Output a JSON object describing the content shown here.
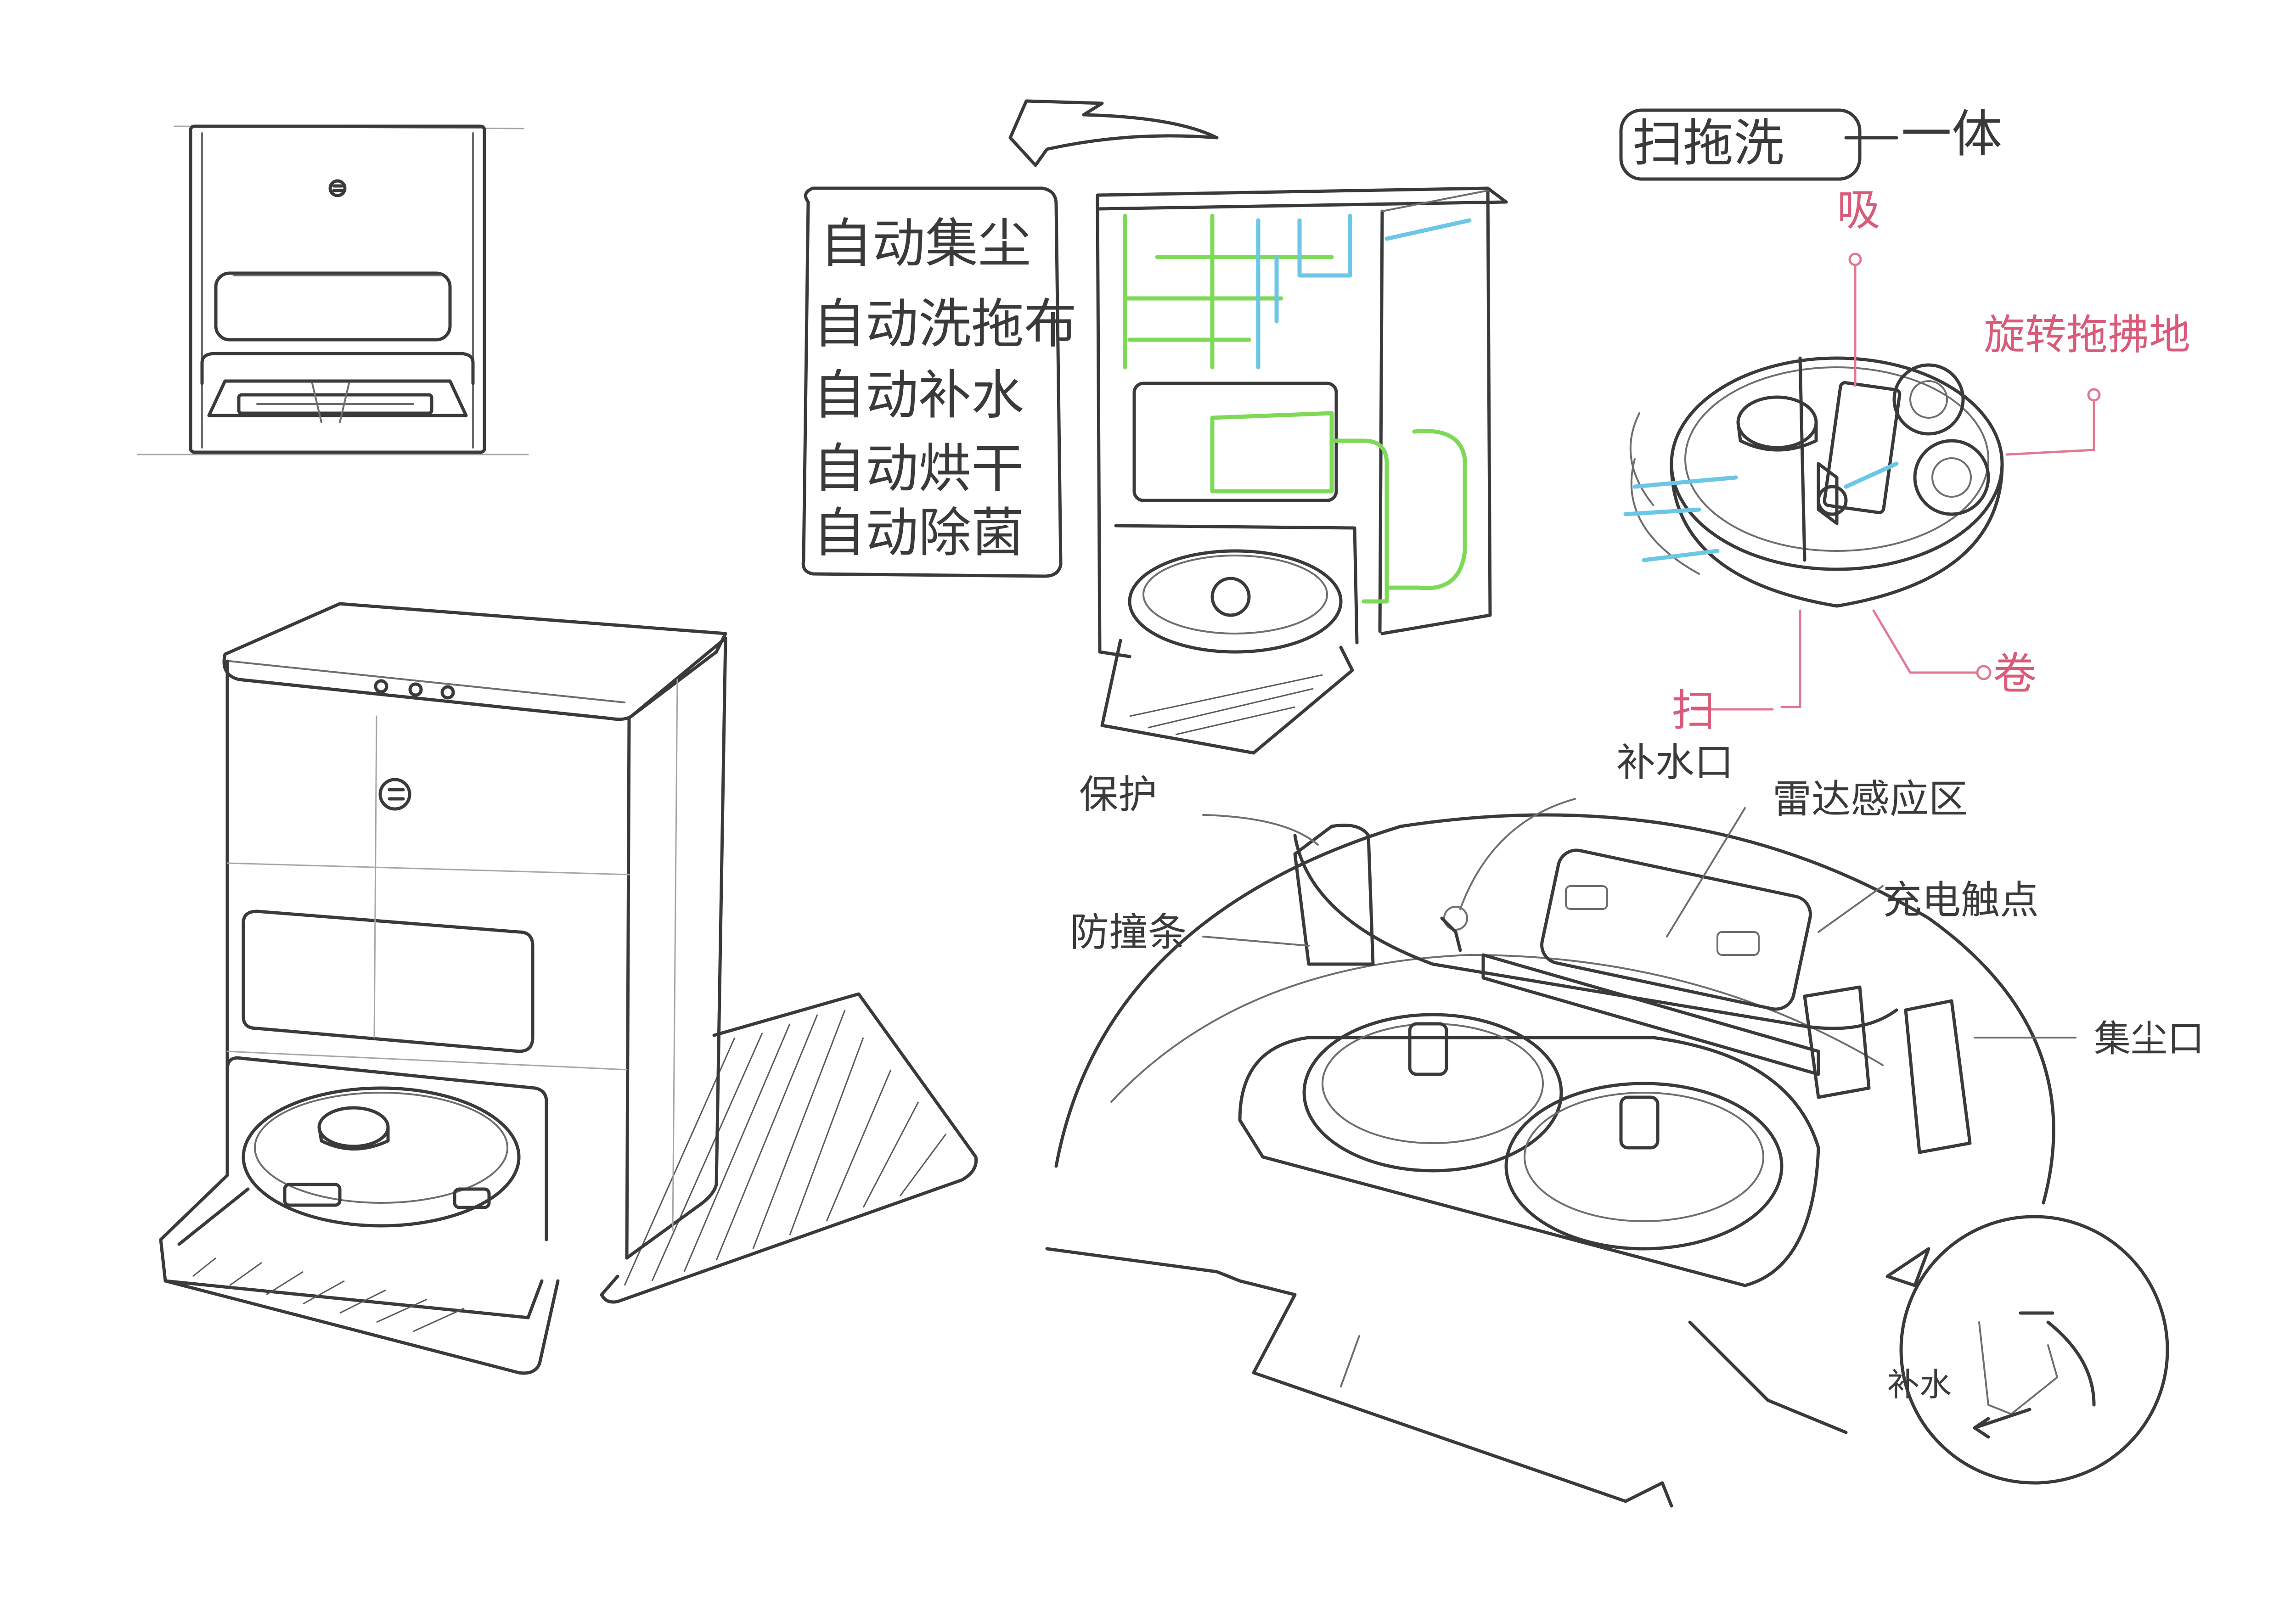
{
  "colors": {
    "pencil": "#3a3a3a",
    "annotation_red": "#d95b7a",
    "highlight_green": "#7ed957",
    "highlight_blue": "#6cc6e6",
    "paper": "#ffffff"
  },
  "icons": {
    "brand_logo": "ring-c-logo"
  },
  "features": {
    "items": [
      "自动集尘",
      "自动洗拖布",
      "自动补水",
      "自动烘干",
      "自动除菌"
    ]
  },
  "robot": {
    "title": "扫拖洗",
    "title_suffix": "一体",
    "callouts": {
      "suction": "吸",
      "rotating_mop": "旋转拖拂地",
      "roll": "卷",
      "sweep": "扫"
    }
  },
  "dock": {
    "callouts": {
      "protect": "保护",
      "water_inlet": "补水口",
      "radar_zone": "雷达感应区",
      "bumper": "防撞条",
      "charge_contacts": "充电触点",
      "dust_port": "集尘口"
    },
    "detail": {
      "water_refill": "补水"
    }
  }
}
